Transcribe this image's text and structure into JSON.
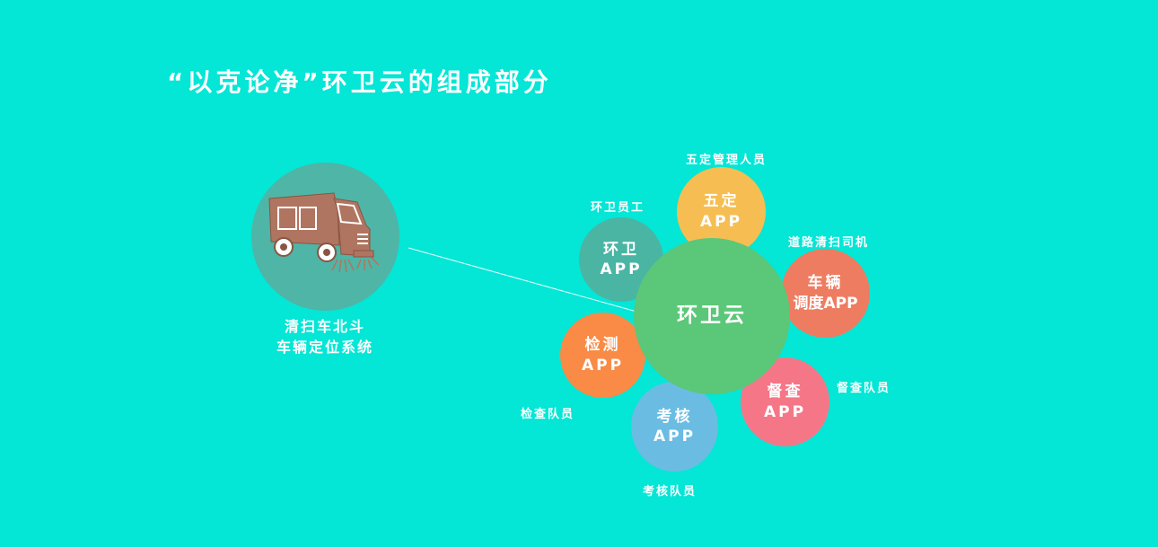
{
  "title": "“以克论净”环卫云的组成部分",
  "colors": {
    "background": "#04E6D6",
    "truck_circle": "#4FB5A6",
    "truck_body": "#B07560",
    "center": "#5BC778",
    "wuding": "#F6BE52",
    "huanwei": "#4BB5A4",
    "cheliang": "#EE7C61",
    "jiance": "#F98B46",
    "kaohe": "#6BBCE3",
    "ducha": "#F57787"
  },
  "left_node": {
    "icon": "street-sweeper-truck-icon",
    "caption_line1": "清扫车北斗",
    "caption_line2": "车辆定位系统"
  },
  "center": {
    "label": "环卫云"
  },
  "nodes": {
    "wuding": {
      "line1": "五定",
      "line2": "APP",
      "caption": "五定管理人员"
    },
    "huanwei": {
      "line1": "环卫",
      "line2": "APP",
      "caption": "环卫员工"
    },
    "cheliang": {
      "line1": "车辆",
      "line2": "调度APP",
      "caption": "道路清扫司机"
    },
    "jiance": {
      "line1": "检测",
      "line2": "APP",
      "caption": "检查队员"
    },
    "kaohe": {
      "line1": "考核",
      "line2": "APP",
      "caption": "考核队员"
    },
    "ducha": {
      "line1": "督查",
      "line2": "APP",
      "caption": "督查队员"
    }
  }
}
